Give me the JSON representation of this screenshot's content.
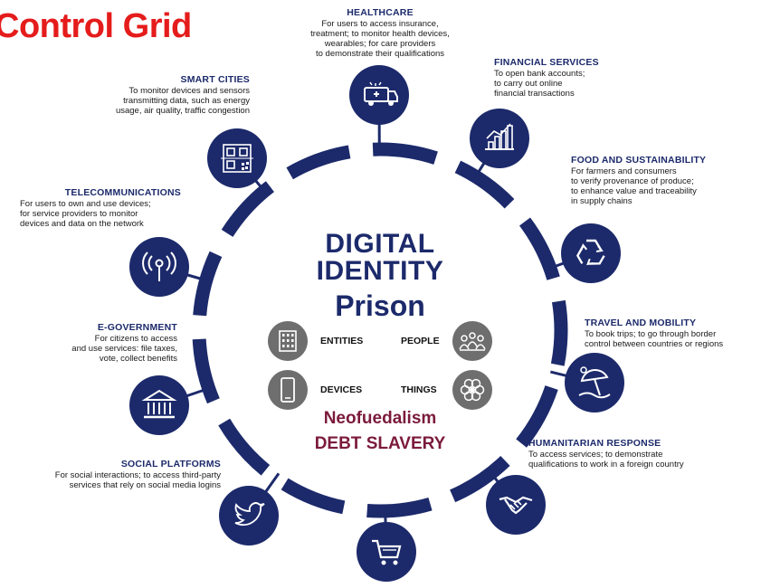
{
  "title": "Control Grid",
  "colors": {
    "navy": "#1c2a6b",
    "title_red": "#e51c1c",
    "maroon": "#7b1a3c",
    "grey_circle": "#6e6e6e",
    "heading_blue": "#1c2a6b"
  },
  "center": {
    "line1": "DIGITAL",
    "line2": "IDENTITY",
    "line3": "Prison",
    "line4": "Neofuedalism",
    "line5": "DEBT SLAVERY",
    "items": [
      {
        "label": "ENTITIES",
        "icon": "building-icon"
      },
      {
        "label": "PEOPLE",
        "icon": "people-group-icon"
      },
      {
        "label": "DEVICES",
        "icon": "smartphone-icon"
      },
      {
        "label": "THINGS",
        "icon": "flower-icon"
      }
    ]
  },
  "sectors": [
    {
      "id": "healthcare",
      "icon": "ambulance-icon",
      "heading": "HEALTHCARE",
      "lines": [
        "For users to access insurance,",
        "treatment; to monitor health devices,",
        "wearables; for care providers",
        "to demonstrate their qualifications"
      ]
    },
    {
      "id": "financial",
      "icon": "bar-chart-icon",
      "heading": "FINANCIAL SERVICES",
      "lines": [
        "To open bank accounts;",
        "to carry out online",
        "financial transactions"
      ]
    },
    {
      "id": "food",
      "icon": "recycle-icon",
      "heading": "FOOD AND SUSTAINABILITY",
      "lines": [
        "For farmers and consumers",
        "to verify provenance of produce;",
        "to enhance value and traceability",
        "in supply chains"
      ]
    },
    {
      "id": "travel",
      "icon": "beach-umbrella-icon",
      "heading": "TRAVEL AND MOBILITY",
      "lines": [
        "To book trips; to go through border",
        "control between countries or regions"
      ]
    },
    {
      "id": "humanitarian",
      "icon": "handshake-icon",
      "heading": "HUMANITARIAN RESPONSE",
      "lines": [
        "To access services; to demonstrate",
        "qualifications to work in a foreign country"
      ]
    },
    {
      "id": "ecommerce",
      "icon": "shopping-cart-icon",
      "heading": "",
      "lines": []
    },
    {
      "id": "social",
      "icon": "twitter-bird-icon",
      "heading": "SOCIAL PLATFORMS",
      "lines": [
        "For social interactions; to access third-party",
        "services that rely on social media logins"
      ]
    },
    {
      "id": "egov",
      "icon": "government-building-icon",
      "heading": "E-GOVERNMENT",
      "lines": [
        "For citizens to access",
        "and use services: file taxes,",
        "vote, collect benefits"
      ]
    },
    {
      "id": "telecom",
      "icon": "antenna-icon",
      "heading": "TELECOMMUNICATIONS",
      "lines": [
        "For users to own and use devices;",
        "for  service providers to monitor",
        "devices and data on the network"
      ]
    },
    {
      "id": "smartcities",
      "icon": "qr-code-icon",
      "heading": "SMART CITIES",
      "lines": [
        "To monitor devices and sensors",
        "transmitting data, such as energy",
        "usage, air quality, traffic congestion"
      ]
    }
  ]
}
